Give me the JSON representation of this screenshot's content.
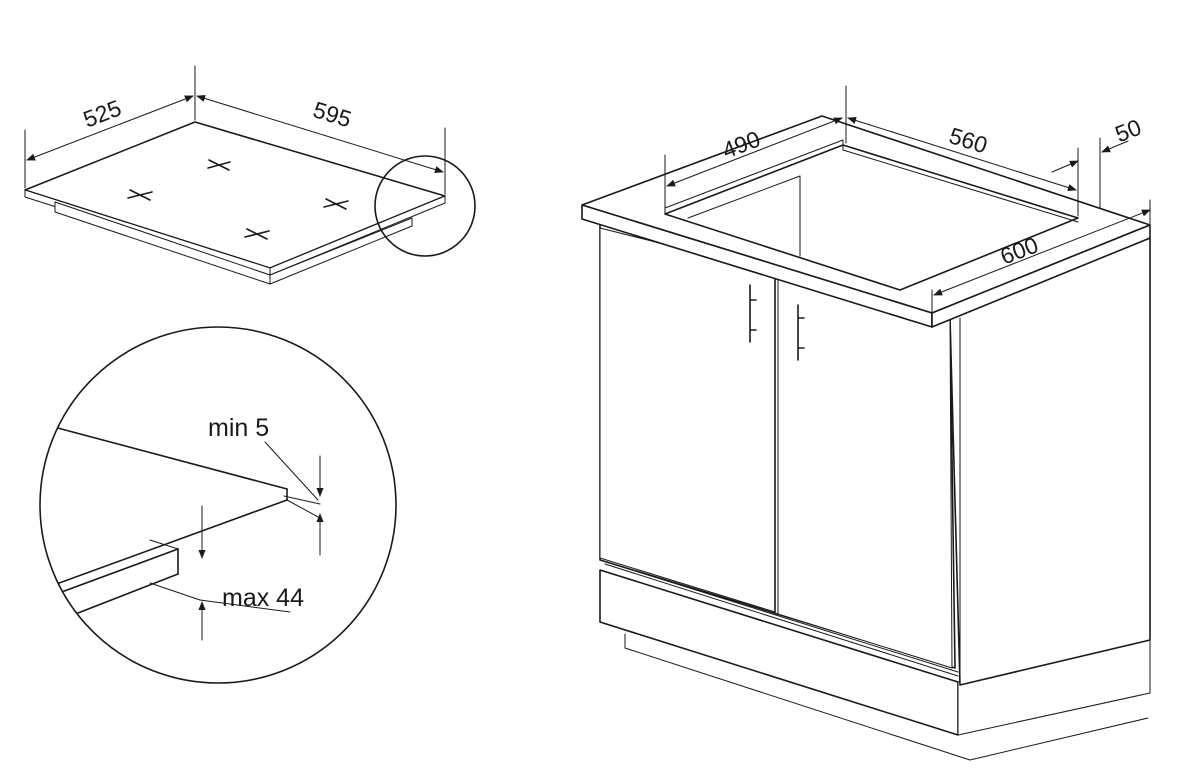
{
  "hob": {
    "depth_label": "525",
    "width_label": "595"
  },
  "detail": {
    "min_label": "min 5",
    "max_label": "max 44"
  },
  "cabinet": {
    "cutout_depth_label": "490",
    "cutout_width_label": "560",
    "rear_offset_label": "50",
    "worktop_depth_label": "600"
  },
  "colors": {
    "line": "#1a1a1a",
    "background": "#ffffff"
  }
}
